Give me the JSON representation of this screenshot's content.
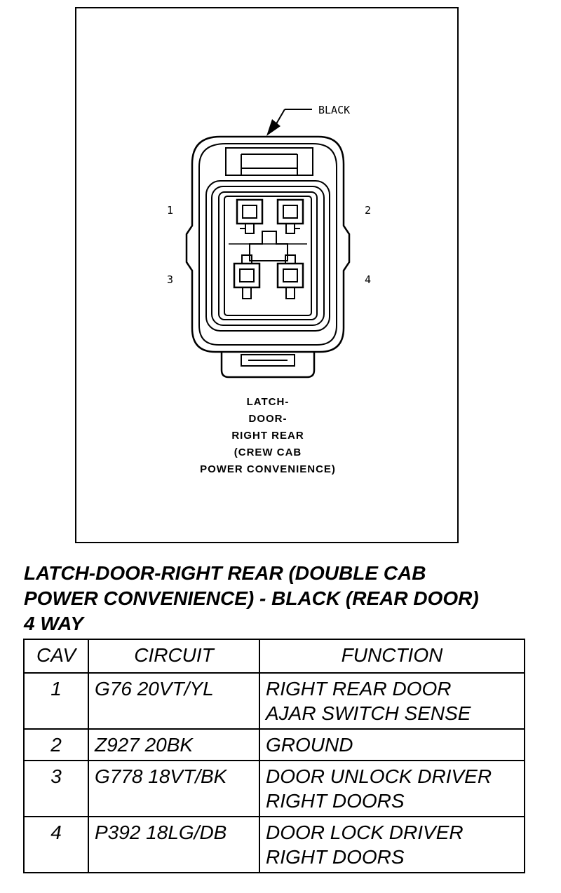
{
  "figure": {
    "wire_color_callout": "BLACK",
    "cavity_numbers": [
      "1",
      "2",
      "3",
      "4"
    ],
    "caption_lines": [
      "LATCH-",
      "DOOR-",
      "RIGHT REAR",
      "(CREW CAB",
      "POWER CONVENIENCE)"
    ]
  },
  "title_lines": [
    "LATCH-DOOR-RIGHT REAR (DOUBLE CAB",
    "POWER CONVENIENCE) - BLACK (REAR DOOR)",
    "4 WAY"
  ],
  "table": {
    "headers": [
      "CAV",
      "CIRCUIT",
      "FUNCTION"
    ],
    "rows": [
      {
        "cav": "1",
        "circuit": "G76 20VT/YL",
        "function_lines": [
          "RIGHT REAR DOOR",
          "AJAR SWITCH SENSE"
        ]
      },
      {
        "cav": "2",
        "circuit": "Z927 20BK",
        "function_lines": [
          "GROUND"
        ]
      },
      {
        "cav": "3",
        "circuit": "G778 18VT/BK",
        "function_lines": [
          "DOOR UNLOCK DRIVER",
          "RIGHT DOORS"
        ]
      },
      {
        "cav": "4",
        "circuit": "P392 18LG/DB",
        "function_lines": [
          "DOOR LOCK DRIVER",
          "RIGHT DOORS"
        ]
      }
    ]
  }
}
